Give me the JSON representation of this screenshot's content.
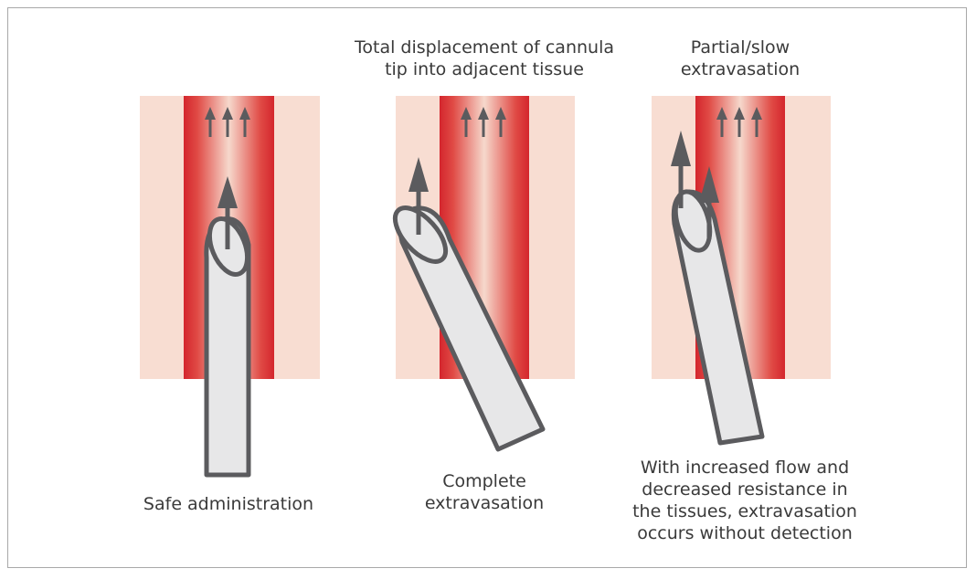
{
  "colors": {
    "tissue": "#f8ddd2",
    "vessel_edge": "#d4262d",
    "vessel_center": "#f6d8cc",
    "cannula_fill": "#e7e7e8",
    "outline": "#5b5b5e",
    "text": "#3a3a3a",
    "frame": "#a8a8a8"
  },
  "panels": [
    {
      "top_caption": "",
      "bottom_caption": "Safe administration",
      "icons": [
        "vein-flow-arrows-icon",
        "cannula-icon",
        "infusion-arrow-icon"
      ]
    },
    {
      "top_caption": "Total displacement of cannula\ntip into adjacent tissue",
      "bottom_caption": "Complete\nextravasation",
      "icons": [
        "vein-flow-arrows-icon",
        "cannula-icon",
        "infusion-arrow-icon"
      ]
    },
    {
      "top_caption": "Partial/slow\nextravasation",
      "bottom_caption": "With increased flow and\ndecreased resistance in\nthe tissues, extravasation\noccurs without detection",
      "icons": [
        "vein-flow-arrows-icon",
        "cannula-icon",
        "infusion-arrow-icon",
        "leak-arrow-icon"
      ]
    }
  ]
}
